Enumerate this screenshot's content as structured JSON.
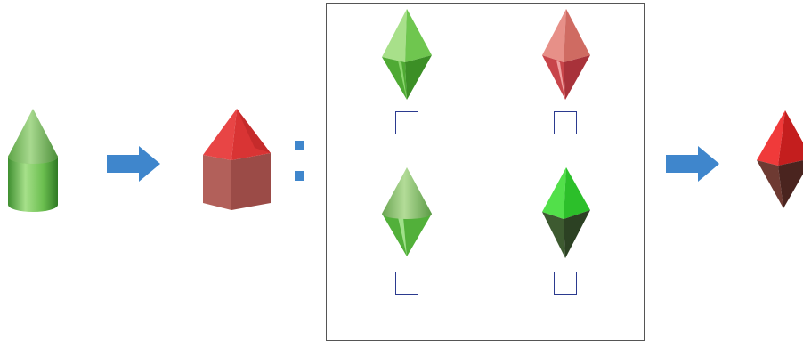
{
  "puzzle": {
    "separator": ":",
    "colors": {
      "arrow": "#3f86cc",
      "green_light": "#8fcf6a",
      "green_dark": "#3a8e2a",
      "red": "#e53b3b",
      "red_dark": "#8e3a3a",
      "salmon": "#d9736a",
      "checkbox_border": "#2b3a8f",
      "panel_border": "#555555"
    },
    "analogy": [
      {
        "shape": "green-cone-on-cylinder",
        "color": "green"
      },
      {
        "shape": "red-pentagonal-pyramid-on-prism",
        "color": "red"
      }
    ],
    "options": [
      {
        "shape": "green-bipyramid",
        "color": "green",
        "checked": false
      },
      {
        "shape": "salmon-bipyramid",
        "color": "salmon/red",
        "checked": false
      },
      {
        "shape": "green-cone-bicone",
        "color": "green",
        "checked": false
      },
      {
        "shape": "dark-green-bipyramid",
        "color": "dark green",
        "checked": false
      }
    ],
    "target": {
      "shape": "red-bipyramid",
      "color": "red"
    }
  }
}
